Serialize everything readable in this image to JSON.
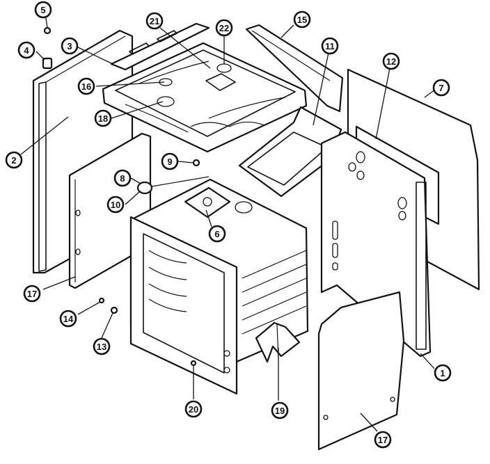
{
  "callouts": [
    {
      "id": "c5",
      "label": "5"
    },
    {
      "id": "c4",
      "label": "4"
    },
    {
      "id": "c3",
      "label": "3"
    },
    {
      "id": "c21",
      "label": "21"
    },
    {
      "id": "c22",
      "label": "22"
    },
    {
      "id": "c15",
      "label": "15"
    },
    {
      "id": "c11",
      "label": "11"
    },
    {
      "id": "c12",
      "label": "12"
    },
    {
      "id": "c7",
      "label": "7"
    },
    {
      "id": "c16",
      "label": "16"
    },
    {
      "id": "c18",
      "label": "18"
    },
    {
      "id": "c2",
      "label": "2"
    },
    {
      "id": "c9",
      "label": "9"
    },
    {
      "id": "c8",
      "label": "8"
    },
    {
      "id": "c10",
      "label": "10"
    },
    {
      "id": "c6",
      "label": "6"
    },
    {
      "id": "c17a",
      "label": "17"
    },
    {
      "id": "c14",
      "label": "14"
    },
    {
      "id": "c13",
      "label": "13"
    },
    {
      "id": "c20",
      "label": "20"
    },
    {
      "id": "c19",
      "label": "19"
    },
    {
      "id": "c1",
      "label": "1"
    },
    {
      "id": "c17b",
      "label": "17"
    }
  ]
}
